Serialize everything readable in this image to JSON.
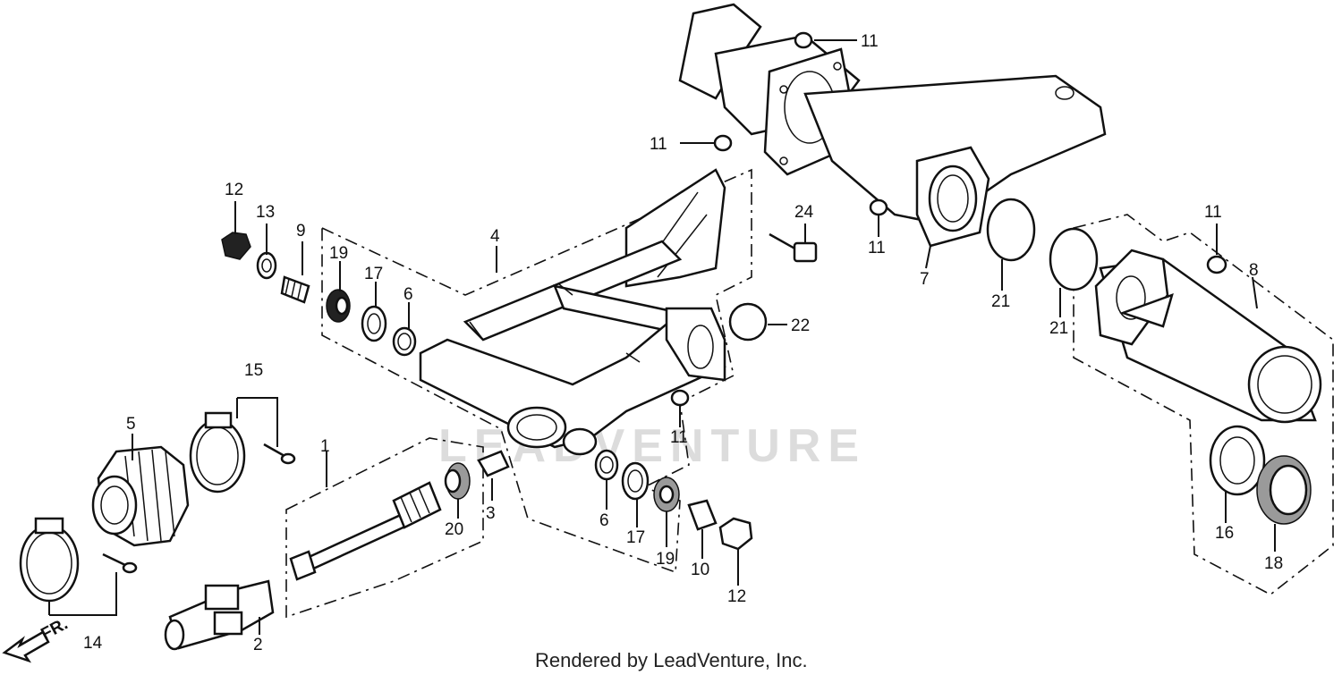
{
  "watermark": "LEADVENTURE",
  "caption": "Rendered by LeadVenture, Inc.",
  "direction_label": "FR.",
  "callouts": {
    "c1": "1",
    "c2": "2",
    "c3": "3",
    "c4": "4",
    "c5": "5",
    "c6a": "6",
    "c6b": "6",
    "c7": "7",
    "c8": "8",
    "c9": "9",
    "c10": "10",
    "c11a": "11",
    "c11b": "11",
    "c11c": "11",
    "c11d": "11",
    "c11e": "11",
    "c12a": "12",
    "c12b": "12",
    "c13": "13",
    "c14": "14",
    "c15": "15",
    "c16": "16",
    "c17a": "17",
    "c17b": "17",
    "c18": "18",
    "c19a": "19",
    "c19b": "19",
    "c20": "20",
    "c21a": "21",
    "c21b": "21",
    "c22": "22",
    "c24": "24"
  }
}
